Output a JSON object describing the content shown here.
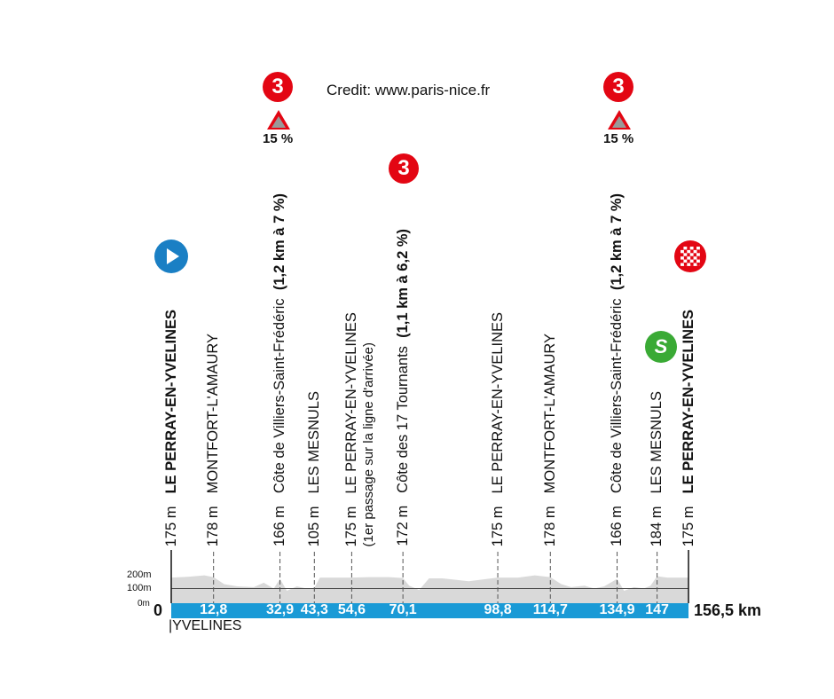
{
  "credit": "Credit: www.paris-nice.fr",
  "chart_data": {
    "type": "area",
    "xlabel": "",
    "ylabel": "",
    "x_unit": "km",
    "total_distance_label": "156,5 km",
    "start_label": "0",
    "xlim": [
      0,
      156.5
    ],
    "ylim": [
      0,
      250
    ],
    "y_ticks": [
      "0m",
      "100m",
      "200m"
    ],
    "grid": false,
    "profile": {
      "km": [
        0,
        5,
        10,
        12.8,
        16,
        20,
        25,
        28,
        31,
        32.9,
        35,
        38,
        41,
        43.3,
        45,
        50,
        54.6,
        60,
        66,
        70.1,
        72,
        75,
        78,
        82,
        90,
        98.8,
        105,
        110,
        114.7,
        118,
        121,
        125,
        128,
        131,
        134.9,
        137,
        140,
        143,
        145,
        147,
        150,
        156.5
      ],
      "elevation_m": [
        175,
        180,
        190,
        178,
        130,
        115,
        110,
        140,
        100,
        166,
        85,
        115,
        100,
        105,
        175,
        175,
        175,
        178,
        178,
        172,
        120,
        90,
        170,
        170,
        150,
        175,
        175,
        190,
        178,
        130,
        110,
        120,
        100,
        115,
        166,
        85,
        110,
        100,
        120,
        184,
        175,
        175
      ]
    },
    "waypoints": [
      {
        "km": 0,
        "km_label": "0",
        "elevation": "175 m",
        "name": "LE PERRAY-EN-YVELINES",
        "bold": true,
        "marker": "start"
      },
      {
        "km": 12.8,
        "km_label": "12,8",
        "elevation": "178 m",
        "name": "MONTFORT-L'AMAURY"
      },
      {
        "km": 32.9,
        "km_label": "32,9",
        "elevation": "166 m",
        "name": "Côte de Villiers-Saint-Frédéric",
        "detail": "(1,2 km à 7 %)",
        "marker": "kom",
        "category": "3",
        "max_gradient": "15 %"
      },
      {
        "km": 43.3,
        "km_label": "43,3",
        "elevation": "105 m",
        "name": "LES MESNULS"
      },
      {
        "km": 54.6,
        "km_label": "54,6",
        "elevation": "175 m",
        "name": "LE PERRAY-EN-YVELINES",
        "note": "(1er passage sur la ligne d'arrivée)"
      },
      {
        "km": 70.1,
        "km_label": "70,1",
        "elevation": "172 m",
        "name": "Côte des 17 Tournants",
        "detail": "(1,1 km à 6,2 %)",
        "marker": "kom",
        "category": "3"
      },
      {
        "km": 98.8,
        "km_label": "98,8",
        "elevation": "175 m",
        "name": "LE PERRAY-EN-YVELINES"
      },
      {
        "km": 114.7,
        "km_label": "114,7",
        "elevation": "178 m",
        "name": "MONTFORT-L'AMAURY"
      },
      {
        "km": 134.9,
        "km_label": "134,9",
        "elevation": "166 m",
        "name": "Côte de Villiers-Saint-Frédéric",
        "detail": "(1,2 km à 7 %)",
        "marker": "kom",
        "category": "3",
        "max_gradient": "15 %"
      },
      {
        "km": 147,
        "km_label": "147",
        "elevation": "184 m",
        "name": "LES MESNULS",
        "marker": "sprint"
      },
      {
        "km": 156.5,
        "km_label": "",
        "elevation": "175 m",
        "name": "LE PERRAY-EN-YVELINES",
        "bold": true,
        "marker": "finish"
      }
    ],
    "under_axis_label": "|YVELINES",
    "colors": {
      "axis_bar": "#1a9ad6",
      "profile": "#d9d9d9",
      "kom": "#e30613",
      "start": "#1a7fc4",
      "sprint": "#3aaa35"
    }
  }
}
